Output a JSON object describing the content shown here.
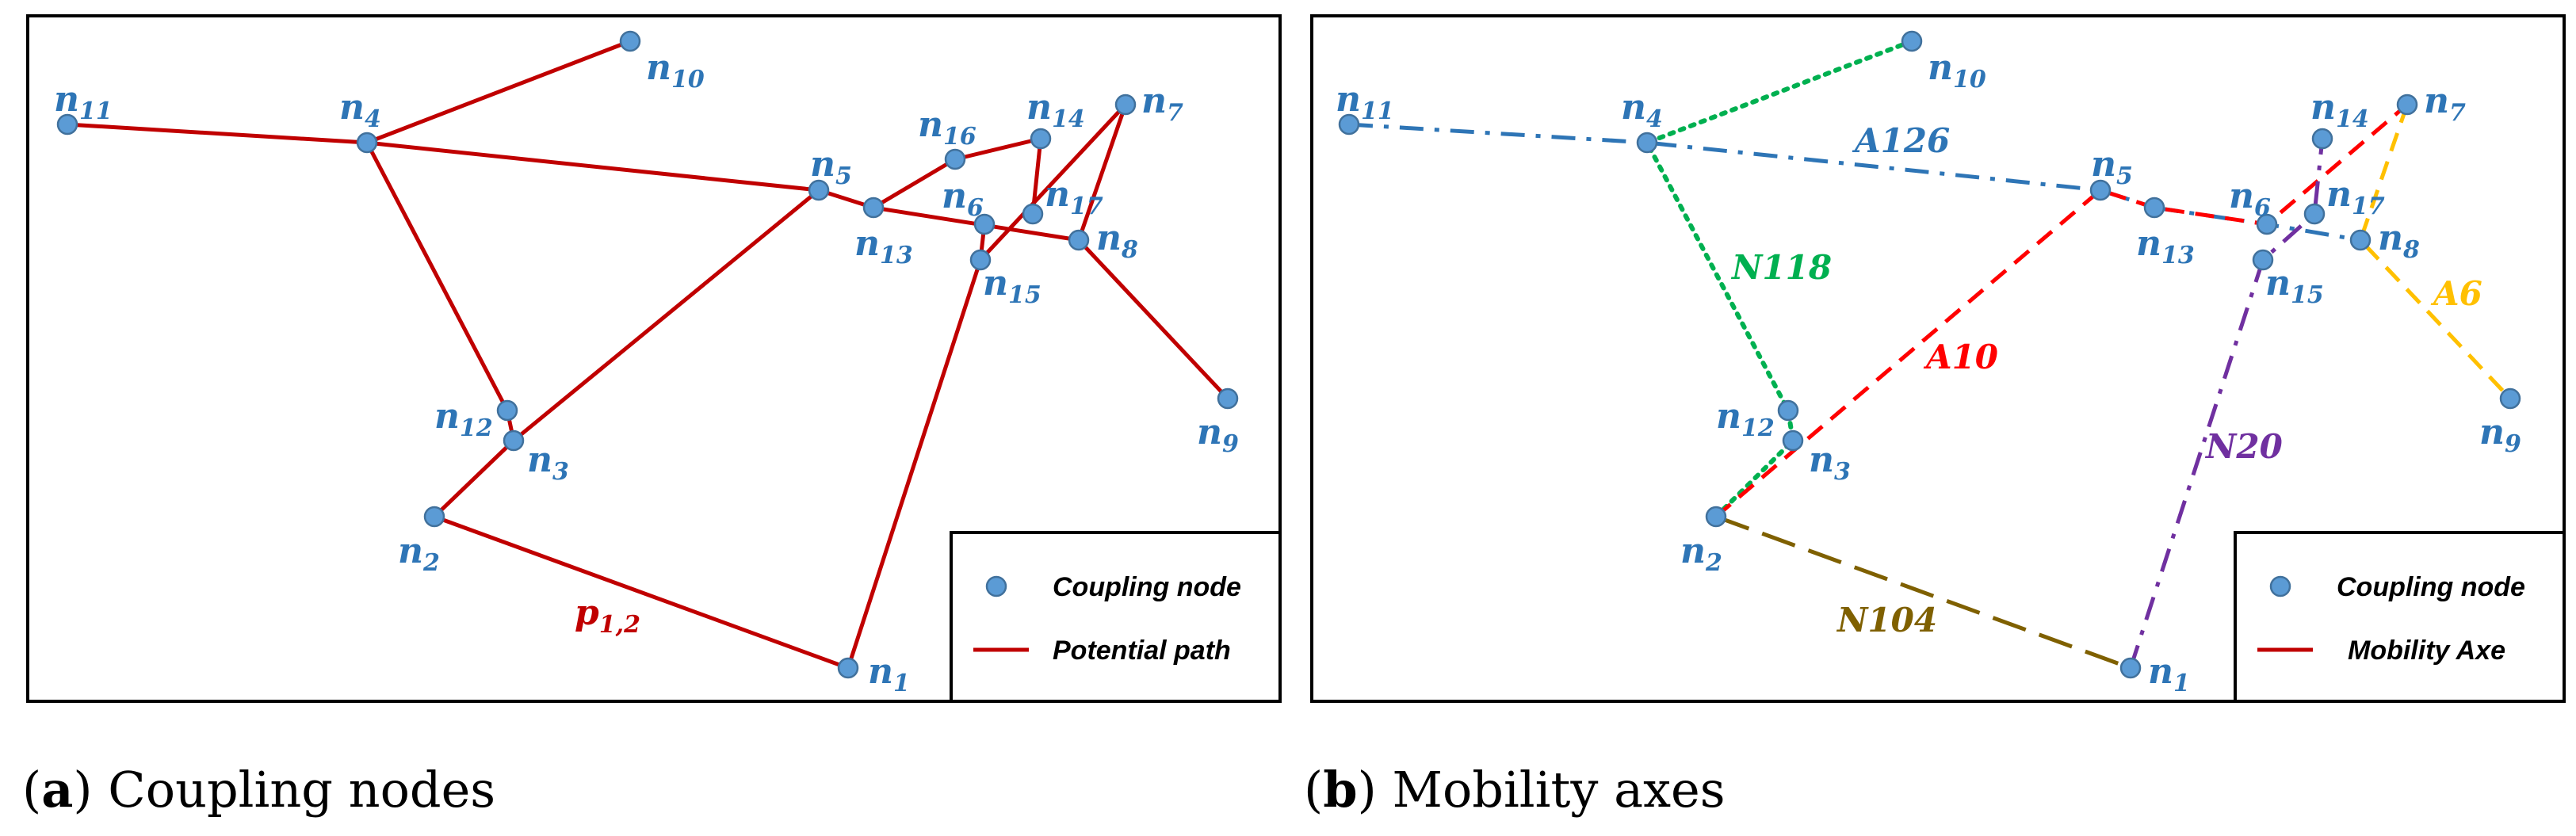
{
  "panel_a": {
    "nodes": [
      {
        "id": "n1",
        "base": "n",
        "sub": "1"
      },
      {
        "id": "n2",
        "base": "n",
        "sub": "2"
      },
      {
        "id": "n3",
        "base": "n",
        "sub": "3"
      },
      {
        "id": "n4",
        "base": "n",
        "sub": "4"
      },
      {
        "id": "n5",
        "base": "n",
        "sub": "5"
      },
      {
        "id": "n6",
        "base": "n",
        "sub": "6"
      },
      {
        "id": "n7",
        "base": "n",
        "sub": "7"
      },
      {
        "id": "n8",
        "base": "n",
        "sub": "8"
      },
      {
        "id": "n9",
        "base": "n",
        "sub": "9"
      },
      {
        "id": "n10",
        "base": "n",
        "sub": "10"
      },
      {
        "id": "n11",
        "base": "n",
        "sub": "11"
      },
      {
        "id": "n12",
        "base": "n",
        "sub": "12"
      },
      {
        "id": "n13",
        "base": "n",
        "sub": "13"
      },
      {
        "id": "n14",
        "base": "n",
        "sub": "14"
      },
      {
        "id": "n15",
        "base": "n",
        "sub": "15"
      },
      {
        "id": "n16",
        "base": "n",
        "sub": "16"
      },
      {
        "id": "n17",
        "base": "n",
        "sub": "17"
      }
    ],
    "edges": [
      [
        "n11",
        "n4"
      ],
      [
        "n4",
        "n10"
      ],
      [
        "n4",
        "n5"
      ],
      [
        "n4",
        "n12"
      ],
      [
        "n12",
        "n3"
      ],
      [
        "n3",
        "n5"
      ],
      [
        "n3",
        "n2"
      ],
      [
        "n2",
        "n1"
      ],
      [
        "n1",
        "n15"
      ],
      [
        "n15",
        "n7"
      ],
      [
        "n7",
        "n8"
      ],
      [
        "n8",
        "n9"
      ],
      [
        "n5",
        "n13"
      ],
      [
        "n13",
        "n16"
      ],
      [
        "n16",
        "n14"
      ],
      [
        "n14",
        "n17"
      ],
      [
        "n13",
        "n8"
      ],
      [
        "n15",
        "n6"
      ]
    ],
    "path_label": {
      "base": "p",
      "sub": "1,2"
    },
    "legend": {
      "node_label": "Coupling node",
      "line_label": "Potential path"
    },
    "caption": {
      "letter": "a",
      "text": "Coupling nodes"
    }
  },
  "panel_b": {
    "nodes": [
      {
        "id": "n1",
        "base": "n",
        "sub": "1"
      },
      {
        "id": "n2",
        "base": "n",
        "sub": "2"
      },
      {
        "id": "n3",
        "base": "n",
        "sub": "3"
      },
      {
        "id": "n4",
        "base": "n",
        "sub": "4"
      },
      {
        "id": "n5",
        "base": "n",
        "sub": "5"
      },
      {
        "id": "n6",
        "base": "n",
        "sub": "6"
      },
      {
        "id": "n7",
        "base": "n",
        "sub": "7"
      },
      {
        "id": "n8",
        "base": "n",
        "sub": "8"
      },
      {
        "id": "n9",
        "base": "n",
        "sub": "9"
      },
      {
        "id": "n10",
        "base": "n",
        "sub": "10"
      },
      {
        "id": "n11",
        "base": "n",
        "sub": "11"
      },
      {
        "id": "n12",
        "base": "n",
        "sub": "12"
      },
      {
        "id": "n13",
        "base": "n",
        "sub": "13"
      },
      {
        "id": "n14",
        "base": "n",
        "sub": "14"
      },
      {
        "id": "n15",
        "base": "n",
        "sub": "15"
      },
      {
        "id": "n17",
        "base": "n",
        "sub": "17"
      }
    ],
    "axes": [
      {
        "name": "A126",
        "color": "#2E75B6",
        "style": "dashdot",
        "nodes": [
          "n11",
          "n4",
          "n5",
          "n13",
          "n6",
          "n8"
        ]
      },
      {
        "name": "N118",
        "color": "#00B050",
        "style": "dotted",
        "nodes": [
          "n10",
          "n4",
          "n12",
          "n3",
          "n2"
        ]
      },
      {
        "name": "A10",
        "color": "#FF0000",
        "style": "dashed",
        "nodes": [
          "n2",
          "n5",
          "n13",
          "n6",
          "n7"
        ]
      },
      {
        "name": "N104",
        "color": "#7F6000",
        "style": "longdash",
        "nodes": [
          "n2",
          "n1"
        ]
      },
      {
        "name": "N20",
        "color": "#7030A0",
        "style": "dashdot",
        "nodes": [
          "n1",
          "n15",
          "n17",
          "n14"
        ]
      },
      {
        "name": "A6",
        "color": "#FFC000",
        "style": "dashed",
        "nodes": [
          "n7",
          "n8",
          "n9"
        ]
      }
    ],
    "legend": {
      "node_label": "Coupling node",
      "line_label": "Mobility Axe"
    },
    "caption": {
      "letter": "b",
      "text": "Mobility axes"
    }
  },
  "colors": {
    "node_fill": "#5B9BD5",
    "node_label": "#2E75B6",
    "path": "#C00000"
  }
}
